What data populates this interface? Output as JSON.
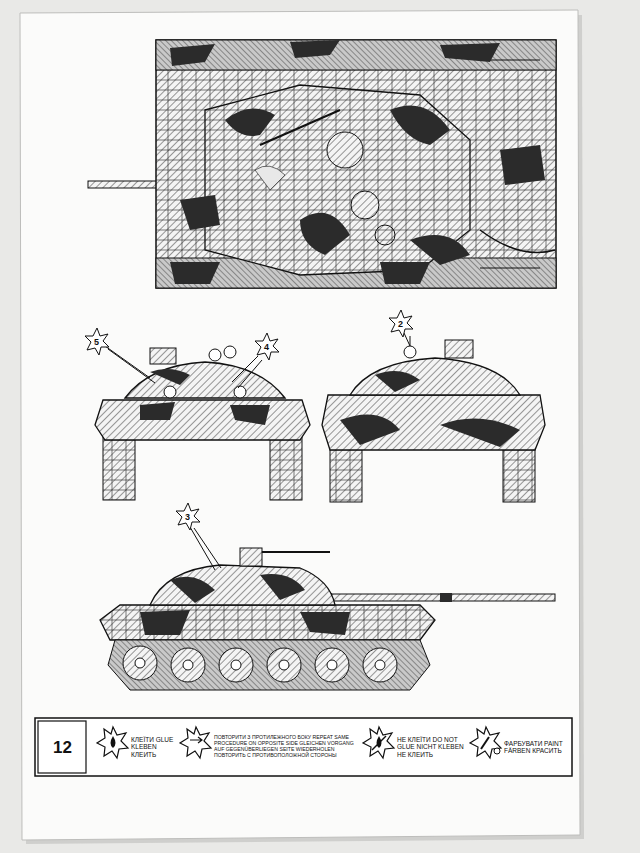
{
  "diagram": {
    "labels": [
      "5",
      "4",
      "2",
      "3",
      "12"
    ],
    "legend": [
      {
        "text": "КЛЕЇТИ GLUE KLEBEN КЛЕИТЬ"
      },
      {
        "text": "ПОВТОРИТИ З ПРОТИЛЕЖНОГО БОКУ REPEAT SAME PROCEDURE ON OPPOSITE SIDE GLEICHEN VORGANG AUF GEGENÜBERLIEGEN SEITE WIEDERHOLEN ПОВТОРИТЬ С ПРОТИВОПОЛОЖНОЙ СТОРОНЫ"
      },
      {
        "text": "НЕ КЛЕЇТИ DO NOT GLUE NICHT KLEBEN НЕ КЛЕИТЬ"
      },
      {
        "text": "ФАРБУВАТИ PAINT FÄRBEN КРАСИТЬ"
      }
    ]
  }
}
